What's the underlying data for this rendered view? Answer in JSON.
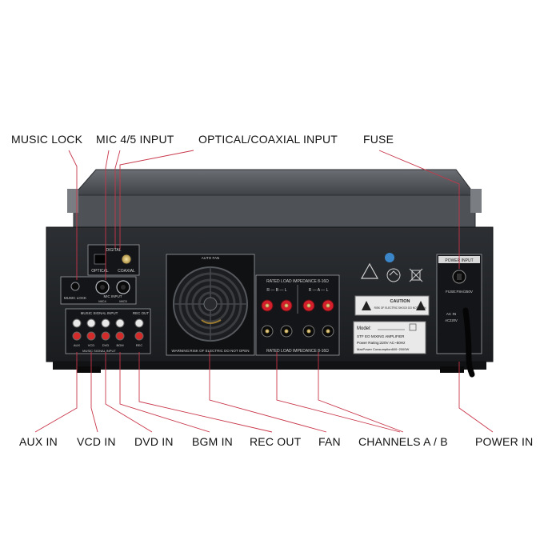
{
  "callouts": {
    "music_lock": "MUSIC LOCK",
    "mic_input": "MIC 4/5  INPUT",
    "optical_input": "OPTICAL/COAXIAL  INPUT",
    "fuse": "FUSE",
    "aux_in": "AUX IN",
    "vcd_in": "VCD IN",
    "dvd_in": "DVD IN",
    "bgm_in": "BGM IN",
    "rec_out": "REC OUT",
    "fan": "FAN",
    "channels": "CHANNELS A / B",
    "power_in": "POWER IN"
  },
  "panel": {
    "digital": "DIGITAL",
    "optical": "OPTICAL",
    "coaxial": "COAXIAL",
    "music_lock": "MUSIC LOCK",
    "mic_input": "MIC INPUT",
    "mic4": "MIC4",
    "mic5": "MIC5",
    "music_signal_input": "MUSIC SIGNAL INPUT",
    "rec_out": "REC OUT",
    "jack_aux": "AUX",
    "jack_vcd": "VCD",
    "jack_dvd": "DVD",
    "jack_bgm": "BGM",
    "jack_rec": "REC",
    "auto_fan": "AUTO FAN",
    "warning": "WARNING:RISK OF ELECTRIC DO NOT OPEN",
    "rated_load": "RATED LOAD IMPEDANCE 8-16Ω",
    "rbl": "R — B — L",
    "ral": "R — A — L",
    "caution": "CAUTION",
    "risk_shock": "RISK OF ELECTRIC SHOCK DO NOT OPEN",
    "model": "Model:",
    "model_name": "STF EO MIXING AMPLIFIER",
    "power_rating": "Power Rating:220V AC~50Hz",
    "max_power": "MaxPower Consumption600~2000W",
    "power_input": "POWER INPUT",
    "fuse_rating": "FUSE:F8A/250V",
    "ac_in": "AC IN",
    "ac_voltage": "AC220V"
  },
  "colors": {
    "callout_line": "#c8364a",
    "chassis": "#3d4044",
    "panel_dark": "#1e2023",
    "binding_red": "#d31f2c"
  },
  "icons": [
    "fan-icon",
    "warning-icon",
    "recycle-icon",
    "bin-icon"
  ]
}
